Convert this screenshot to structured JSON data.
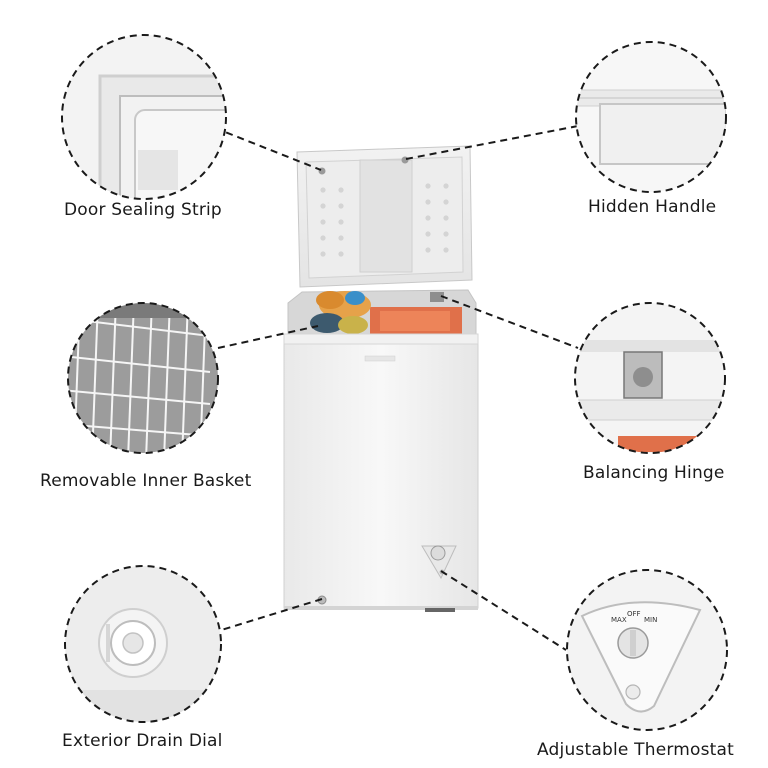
{
  "features": {
    "door_sealing_strip": "Door Sealing Strip",
    "hidden_handle": "Hidden Handle",
    "removable_inner_basket": "Removable Inner Basket",
    "balancing_hinge": "Balancing Hinge",
    "exterior_drain_dial": "Exterior Drain Dial",
    "adjustable_thermostat": "Adjustable Thermostat"
  },
  "thermostat_dial": {
    "max": "MAX",
    "off": "OFF",
    "min": "MIN"
  },
  "colors": {
    "appliance_white": "#f4f4f4",
    "outline": "#1a1a1a",
    "interior_gray": "#bdbdbd",
    "accent_orange": "#e0704a"
  }
}
